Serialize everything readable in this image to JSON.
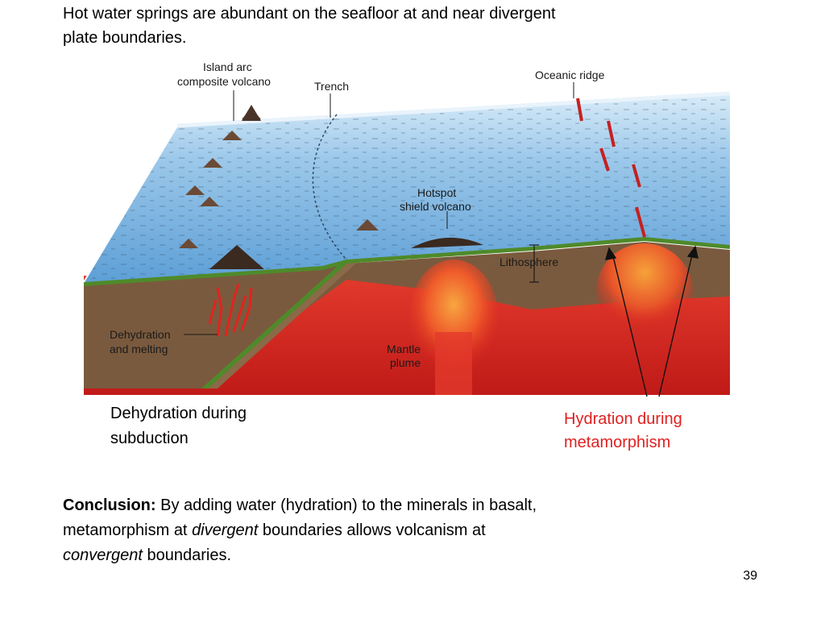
{
  "slide": {
    "heading": "Hot water springs are abundant on the seafloor at and near divergent plate boundaries.",
    "slide_number": "39"
  },
  "diagram": {
    "labels": {
      "island_arc_line1": "Island arc",
      "island_arc_line2": "composite volcano",
      "trench": "Trench",
      "oceanic_ridge": "Oceanic ridge",
      "hotspot_line1": "Hotspot",
      "hotspot_line2": "shield volcano",
      "lithosphere": "Lithosphere",
      "dehydration_line1": "Dehydration",
      "dehydration_line2": "and melting",
      "mantle_line1": "Mantle",
      "mantle_line2": "plume"
    },
    "colors": {
      "ocean": "#7fb4e0",
      "lithosphere": "#7a5a3e",
      "crust": "#4f8a2a",
      "mantle": "#d8241f",
      "magma": "#f0702a"
    }
  },
  "captions": {
    "dehydration": "Dehydration during subduction",
    "hydration": "Hydration during metamorphism"
  },
  "conclusion": {
    "label": "Conclusion:",
    "part1": " By adding water (hydration) to the minerals in basalt, metamorphism at ",
    "divergent": "divergent",
    "part2": " boundaries allows volcanism at ",
    "convergent": "convergent",
    "part3": " boundaries."
  }
}
